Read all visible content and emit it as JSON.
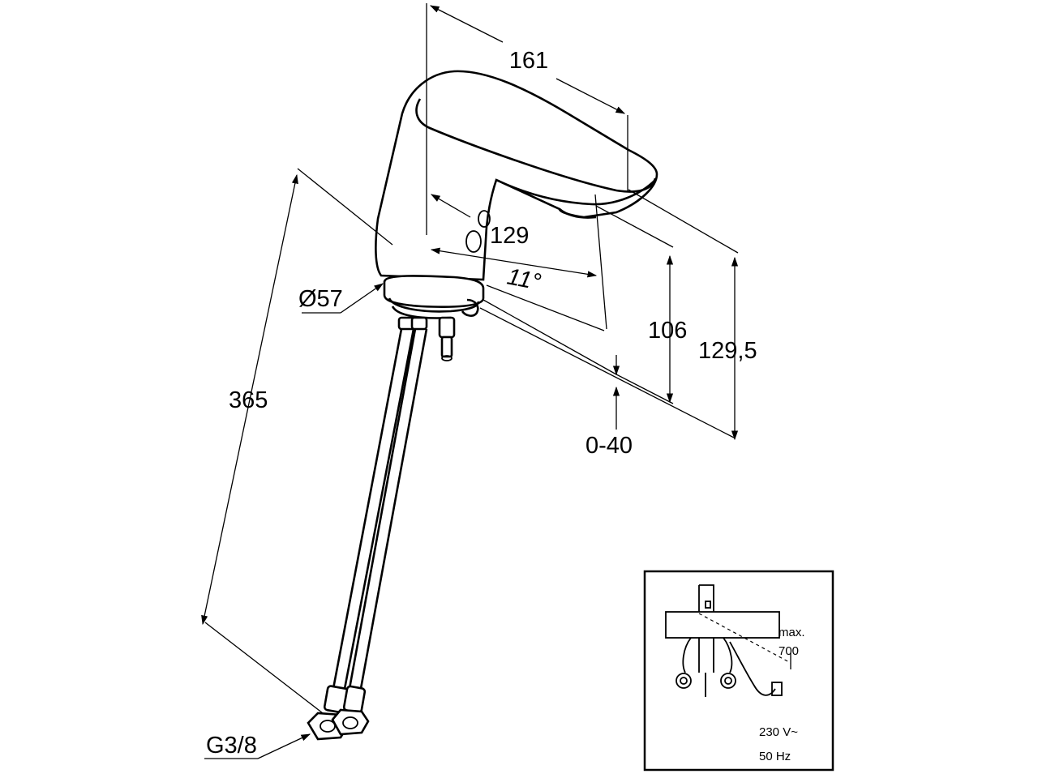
{
  "dimensions": {
    "spout_length": "161",
    "sensor_depth": "129",
    "spout_angle": "11°",
    "base_diameter": "Ø57",
    "hose_length": "365",
    "outlet_height": "106",
    "total_height": "129,5",
    "deck_thickness": "0-40",
    "thread_size": "G3/8"
  },
  "inset": {
    "cable_label_line1": "max.",
    "cable_label_line2": "700",
    "power_line1": "230 V~",
    "power_line2": "50 Hz"
  }
}
